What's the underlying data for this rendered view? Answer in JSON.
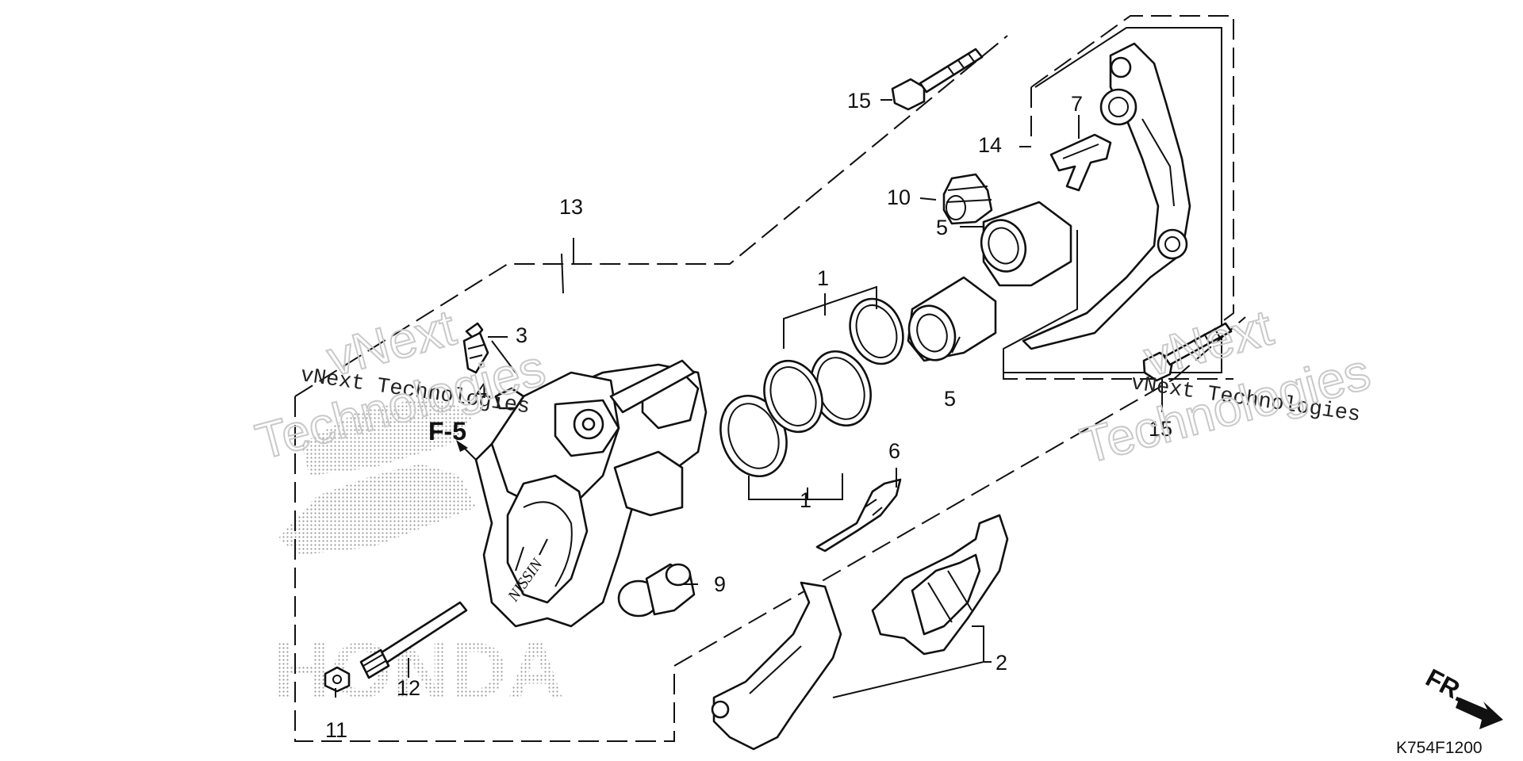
{
  "callouts": {
    "c1a": "1",
    "c1b": "1",
    "c2": "2",
    "c3": "3",
    "c4": "4",
    "c5a": "5",
    "c5b": "5",
    "c6": "6",
    "c7": "7",
    "c9": "9",
    "c10": "10",
    "c11": "11",
    "c12": "12",
    "c13": "13",
    "c14": "14",
    "c15a": "15",
    "c15b": "15"
  },
  "reference": "F-5",
  "direction_label": "FR.",
  "diagram_code": "K754F1200",
  "watermark": {
    "left_line": "vNext Technologies",
    "right_line": "vNext Technologies",
    "big_1": "vNext",
    "big_2": "Technologies"
  },
  "background_logo": "HONDA",
  "embossed_text": "NISSIN"
}
